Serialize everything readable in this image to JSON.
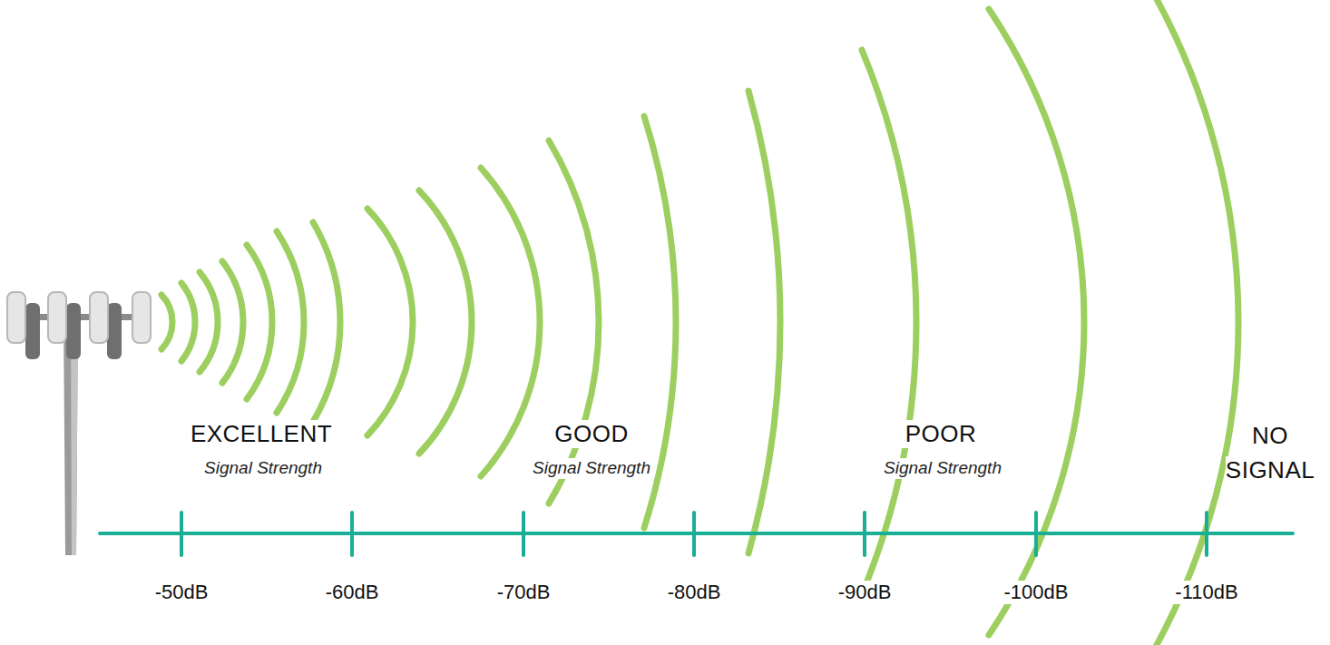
{
  "diagram": {
    "labels": [
      "EXCELLENT",
      "Signal Strength",
      "GOOD",
      "Signal Strength",
      "POOR",
      "Signal Strength",
      "NO SIGNAL",
      "-50dB",
      "-60dB",
      "-70dB",
      "-80dB",
      "-90dB",
      "-100dB",
      "-110dB"
    ]
  }
}
